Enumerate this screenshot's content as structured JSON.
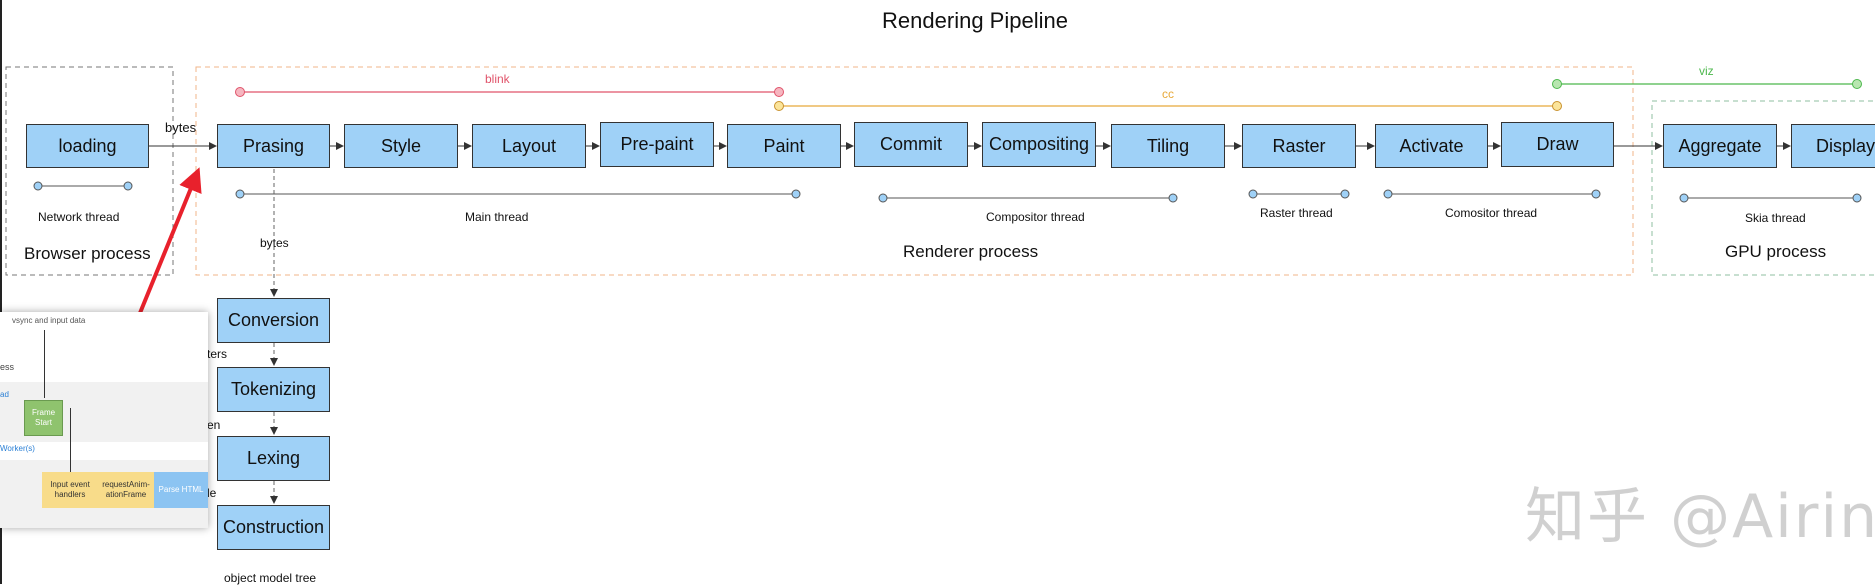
{
  "title": "Rendering Pipeline",
  "colors": {
    "box_fill": "#9fd1f7",
    "blink": "#e0536a",
    "cc": "#e8a93a",
    "viz": "#4cb84c",
    "thread_line": "#555555",
    "arrow_red": "#e8212c"
  },
  "groups": {
    "browser": "Browser process",
    "renderer": "Renderer process",
    "gpu": "GPU process"
  },
  "stages": {
    "loading": "loading",
    "prasing": "Prasing",
    "style": "Style",
    "layout": "Layout",
    "prepaint": "Pre-paint",
    "paint": "Paint",
    "commit": "Commit",
    "compositing": "Compositing",
    "tiling": "Tiling",
    "raster": "Raster",
    "activate": "Activate",
    "draw": "Draw",
    "aggregate": "Aggregate",
    "display": "Display"
  },
  "parse_steps": {
    "conversion": "Conversion",
    "tokenizing": "Tokenizing",
    "lexing": "Lexing",
    "construction": "Construction"
  },
  "edge_labels": {
    "bytes_top": "bytes",
    "bytes_down": "bytes",
    "object_model_tree": "object model tree"
  },
  "threads": {
    "network": "Network thread",
    "main": "Main thread",
    "compositor": "Compositor thread",
    "raster": "Raster thread",
    "comositor": "Comositor thread",
    "skia": "Skia thread"
  },
  "spans": {
    "blink": "blink",
    "cc": "cc",
    "viz": "viz"
  },
  "inset": {
    "vsync": "vsync and input data",
    "process_frag": "ess",
    "thread_frag": "ad",
    "worker_frag": "Worker(s)",
    "frame_start": "Frame Start",
    "input_handlers": "Input event handlers",
    "raf": "requestAnim-ationFrame",
    "parse_html": "Parse HTML"
  },
  "fragments": {
    "ters": "cters",
    "en": "en",
    "le": "le"
  },
  "watermark": "知乎 @Airing"
}
